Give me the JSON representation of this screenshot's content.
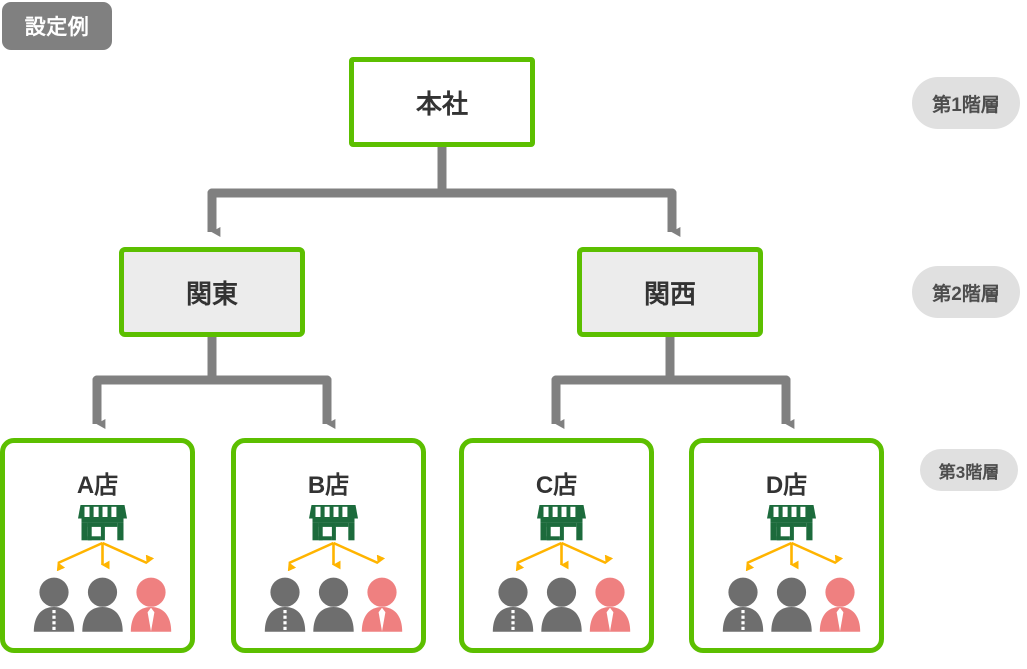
{
  "badge": {
    "label": "設定例"
  },
  "colors": {
    "node_border_green": "#5cbf00",
    "store_icon_green": "#1c6b3c",
    "arrow_orange": "#ffb400",
    "connector_gray": "#808080",
    "badge_gray": "#808080",
    "pill_gray": "#e0e0e0",
    "region_fill": "#ececec",
    "text_dark": "#333333",
    "person_gray": "#6e6e6e",
    "person_red": "#ef8080"
  },
  "levels": [
    {
      "id": "level-1",
      "label": "第1階層"
    },
    {
      "id": "level-2",
      "label": "第2階層"
    },
    {
      "id": "level-3",
      "label": "第3階層"
    }
  ],
  "hierarchy": {
    "root": {
      "label": "本社"
    },
    "regions": [
      {
        "label": "関東"
      },
      {
        "label": "関西"
      }
    ],
    "stores": [
      {
        "label": "A店",
        "icon": "storefront-icon",
        "staff": [
          "person-gray",
          "person-gray",
          "person-red"
        ]
      },
      {
        "label": "B店",
        "icon": "storefront-icon",
        "staff": [
          "person-gray",
          "person-gray",
          "person-red"
        ]
      },
      {
        "label": "C店",
        "icon": "storefront-icon",
        "staff": [
          "person-gray",
          "person-gray",
          "person-red"
        ]
      },
      {
        "label": "D店",
        "icon": "storefront-icon",
        "staff": [
          "person-gray",
          "person-gray",
          "person-red"
        ]
      }
    ]
  }
}
